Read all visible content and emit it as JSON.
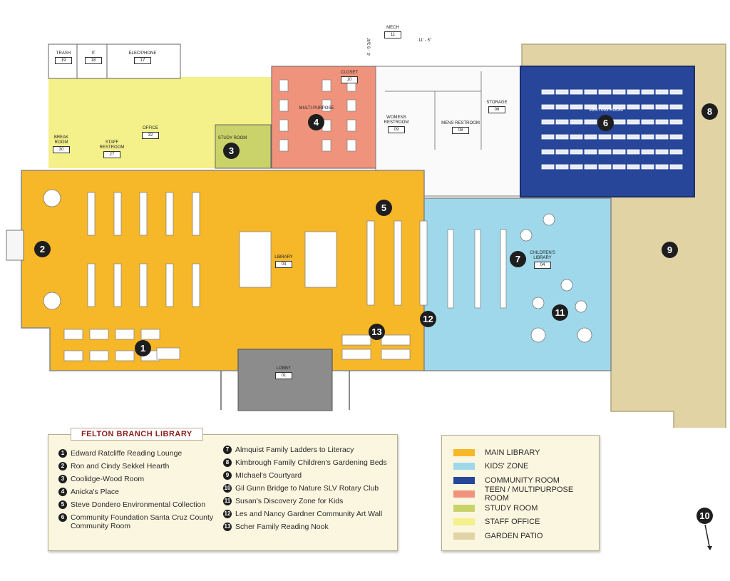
{
  "rooms": {
    "trash": {
      "name": "TRASH",
      "number": "19"
    },
    "it": {
      "name": "IT",
      "number": "18"
    },
    "elec": {
      "name": "ELEC/PHONE",
      "number": "17"
    },
    "mech": {
      "name": "MECH",
      "number": "11"
    },
    "closet": {
      "name": "CLOSET",
      "number": "10"
    },
    "multipurpose": {
      "name": "MULTI-PURPOSE"
    },
    "storage": {
      "name": "STORAGE",
      "number": "06"
    },
    "meeting": {
      "name": "MEETING ROOM"
    },
    "womens": {
      "name": "WOMENS RESTROOM",
      "number": "09"
    },
    "mens": {
      "name": "MENS RESTROOM",
      "number": "08"
    },
    "break": {
      "name": "BREAK ROOM",
      "number": "30"
    },
    "staff_rr": {
      "name": "STAFF RESTROOM",
      "number": "27"
    },
    "office": {
      "name": "OFFICE",
      "number": "32"
    },
    "study": {
      "name": "STUDY ROOM"
    },
    "library": {
      "name": "LIBRARY",
      "number": "03"
    },
    "childrens": {
      "name": "CHILDREN'S LIBRARY",
      "number": "04"
    },
    "lobby": {
      "name": "LOBBY",
      "number": "01"
    }
  },
  "dimensions": {
    "top": "11' - 5\"",
    "side": "4' - 9 3/4\""
  },
  "markers": [
    "1",
    "2",
    "3",
    "4",
    "5",
    "6",
    "7",
    "8",
    "9",
    "10",
    "11",
    "12",
    "13"
  ],
  "legend": {
    "title": "FELTON BRANCH LIBRARY",
    "col1": [
      {
        "num": "1",
        "label": "Edward Ratcliffe Reading Lounge"
      },
      {
        "num": "2",
        "label": "Ron and Cindy Sekkel Hearth"
      },
      {
        "num": "3",
        "label": "Coolidge-Wood Room"
      },
      {
        "num": "4",
        "label": "Anicka's Place"
      },
      {
        "num": "5",
        "label": "Steve Dondero Environmental Collection"
      },
      {
        "num": "6",
        "label": "Community Foundation Santa Cruz County Community Room"
      }
    ],
    "col2": [
      {
        "num": "7",
        "label": "Almquist Family Ladders to Literacy"
      },
      {
        "num": "8",
        "label": "Kimbrough Family Children's Gardening Beds"
      },
      {
        "num": "9",
        "label": "MIchael's Courtyard"
      },
      {
        "num": "10",
        "label": "Gil Gunn Bridge to Nature SLV Rotary Club"
      },
      {
        "num": "11",
        "label": "Susan's Discovery Zone for Kids"
      },
      {
        "num": "12",
        "label": "Les and Nancy Gardner Community Art Wall"
      },
      {
        "num": "13",
        "label": "Scher Family Reading Nook"
      }
    ]
  },
  "zone_key": [
    {
      "label": "MAIN LIBRARY",
      "color": "#f6b728"
    },
    {
      "label": "KIDS' ZONE",
      "color": "#9fd8ea"
    },
    {
      "label": "COMMUNITY ROOM",
      "color": "#27469a"
    },
    {
      "label": "TEEN / MULTIPURPOSE ROOM",
      "color": "#f0937c"
    },
    {
      "label": "STUDY ROOM",
      "color": "#c9d36a"
    },
    {
      "label": "STAFF OFFICE",
      "color": "#f4f08a"
    },
    {
      "label": "GARDEN PATIO",
      "color": "#e1d3a4"
    }
  ]
}
